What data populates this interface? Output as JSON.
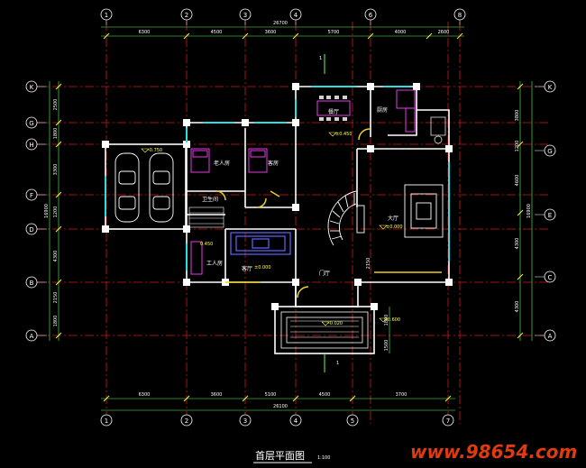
{
  "dimensions": {
    "top_overall": "26700",
    "top_segments": [
      "6300",
      "4500",
      "3600",
      "5700",
      "4000",
      "2600"
    ],
    "bottom_overall": "26100",
    "bottom_segments": [
      "6300",
      "3600",
      "5100",
      "4500",
      "3700"
    ],
    "left_vertical": [
      "2500",
      "1800",
      "3300",
      "1200",
      "4300",
      "2150",
      "1800"
    ],
    "left_overall": "16900",
    "right_vertical": [
      "3800",
      "1200",
      "4600",
      "4300",
      "4300"
    ],
    "right_overall": "16900",
    "porch": [
      "1800",
      "1500"
    ],
    "stair": "2150"
  },
  "axes": {
    "top": [
      "1",
      "2",
      "3",
      "4",
      "6",
      "8"
    ],
    "bottom": [
      "1",
      "2",
      "3",
      "4",
      "5",
      "7"
    ],
    "left": [
      "K",
      "G",
      "H",
      "F",
      "D",
      "B",
      "A"
    ],
    "right": [
      "K",
      "G",
      "E",
      "C",
      "A"
    ]
  },
  "rooms": {
    "dining": "餐厅",
    "kitchen": "厨房",
    "elder_bedroom": "老人房",
    "guest_room": "客房",
    "living": "大厅",
    "parlor": "客厅",
    "servant": "工人房",
    "bath": "卫生间",
    "foyer": "门厅"
  },
  "levels": {
    "garage": "-0.750",
    "dining": "±0.450",
    "living": "±0.000",
    "servant": "0.450",
    "parlor": "±0.000",
    "porch": "-0.020",
    "outdoor": "-0.600"
  },
  "section_marks": [
    "1",
    "1"
  ],
  "title": "首层平面图",
  "scale": "1:100",
  "watermark": "www.98654.com",
  "colors": {
    "background": "#000000",
    "axis_red": "#d01818",
    "wall_white": "#ffffff",
    "dim_green": "#5cff5c",
    "window_cyan": "#28e0e0",
    "furniture_magenta": "#ff40ff",
    "furniture_blue": "#6464ff",
    "door_yellow": "#e8d020",
    "watermark_orange": "#e03a10"
  }
}
